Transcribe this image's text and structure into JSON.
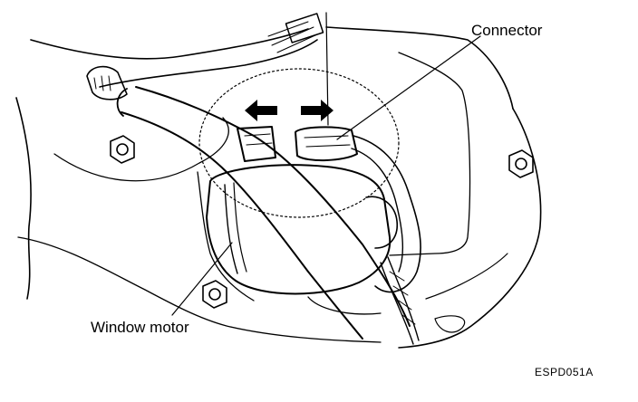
{
  "diagram": {
    "callouts": {
      "connector": "Connector",
      "window_motor": "Window motor"
    },
    "figure_code": "ESPD051A",
    "arrows": [
      "left",
      "right"
    ],
    "ink_color": "#000000",
    "paper_color": "#ffffff"
  }
}
